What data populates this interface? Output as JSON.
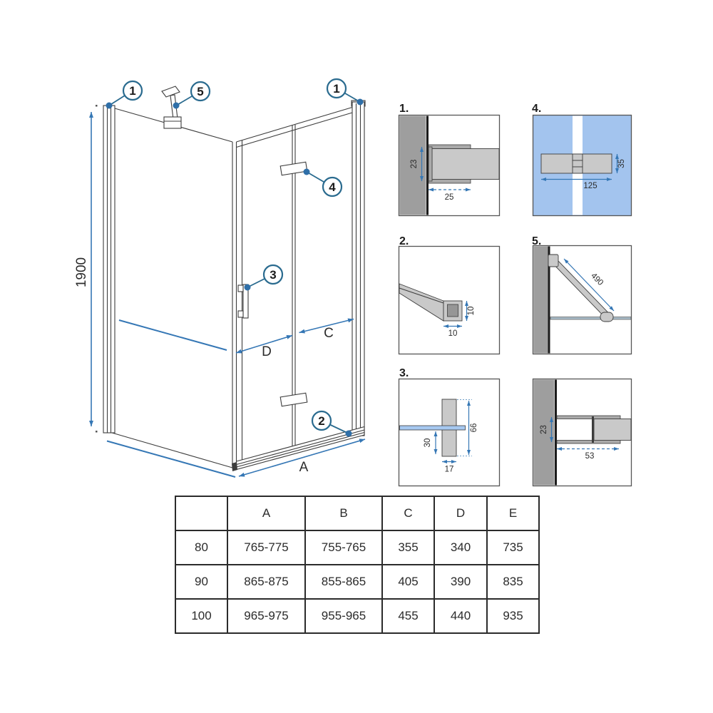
{
  "main_drawing": {
    "height_dim": "1900",
    "dim_a": "A",
    "dim_c": "C",
    "dim_d": "D",
    "callout_wall_profile_left": "1",
    "callout_wall_profile_right": "1",
    "callout_bottom_rail": "2",
    "callout_handle": "3",
    "callout_fold_hinge": "4",
    "callout_support_bar": "5"
  },
  "details": {
    "d1": {
      "label": "1.",
      "dim_depth": "23",
      "dim_width": "25"
    },
    "d2": {
      "label": "2.",
      "dim_width": "10",
      "dim_height": "10"
    },
    "d3": {
      "label": "3.",
      "dim_total_height": "66",
      "dim_bottom_offset": "30",
      "dim_width": "17"
    },
    "d4": {
      "label": "4.",
      "dim_length": "125",
      "dim_height": "35"
    },
    "d5": {
      "label": "5.",
      "dim_length": "490"
    },
    "d6": {
      "dim_depth": "23",
      "dim_width": "53"
    }
  },
  "size_table": {
    "headers": [
      "",
      "A",
      "B",
      "C",
      "D",
      "E"
    ],
    "rows": [
      [
        "80",
        "765-775",
        "755-765",
        "355",
        "340",
        "735"
      ],
      [
        "90",
        "865-875",
        "855-865",
        "405",
        "390",
        "835"
      ],
      [
        "100",
        "965-975",
        "955-965",
        "455",
        "440",
        "935"
      ]
    ]
  },
  "colors": {
    "dimension_blue": "#3577b5",
    "callout_blue": "#2a6b8f",
    "glass_blue": "#a6c8f0",
    "detail_glass_bg": "#a3c4ee",
    "wall_gray": "#9e9e9e",
    "profile_gray": "#c9c9c9",
    "line_dark": "#3d3d3d"
  }
}
